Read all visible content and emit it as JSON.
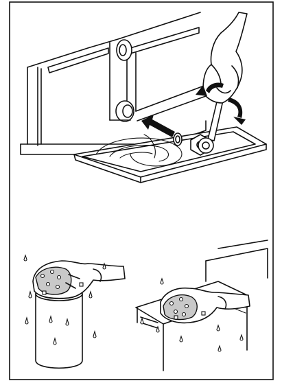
{
  "figure": {
    "panels": [
      {
        "id": "top",
        "subject": "oil-drain"
      },
      {
        "id": "bottom",
        "subject": "filter-lubrication"
      }
    ]
  }
}
